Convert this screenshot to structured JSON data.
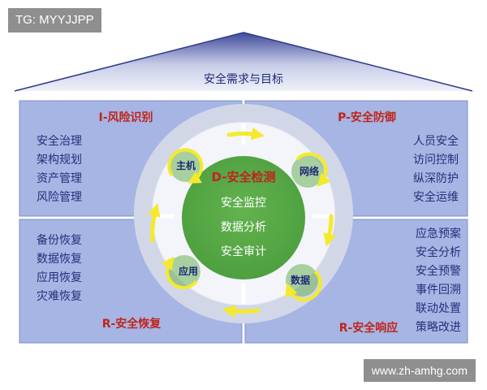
{
  "badge": "TG: MYYJJPP",
  "watermark": "www.zh-amhg.com",
  "roof_title": "安全需求与目标",
  "quadrants": [
    {
      "title": "I-风险识别",
      "items": [
        "安全治理",
        "架构规划",
        "资产管理",
        "风险管理"
      ]
    },
    {
      "title": "P-安全防御",
      "items": [
        "人员安全",
        "访问控制",
        "纵深防护",
        "安全运维"
      ]
    },
    {
      "title": "R-安全恢复",
      "items": [
        "备份恢复",
        "数据恢复",
        "应用恢复",
        "灾难恢复"
      ]
    },
    {
      "title": "R-安全响应",
      "items": [
        "应急预案",
        "安全分析",
        "安全预警",
        "事件回溯",
        "联动处置",
        "策略改进"
      ]
    }
  ],
  "core": {
    "title": "D-安全检测",
    "items": [
      "安全监控",
      "数据分析",
      "安全审计"
    ]
  },
  "nodes": [
    "主机",
    "网络",
    "应用",
    "数据"
  ],
  "colors": {
    "roof_top": "#3f4a99",
    "roof_bottom": "#eef0f8",
    "panel": "#a6b5e3",
    "panel_border": "#7f90c8",
    "ring": "#d2d7e8",
    "core": "#55a844",
    "accent_red": "#c0241c",
    "text_blue": "#2a3585",
    "arrow": "#f4ea2a"
  }
}
